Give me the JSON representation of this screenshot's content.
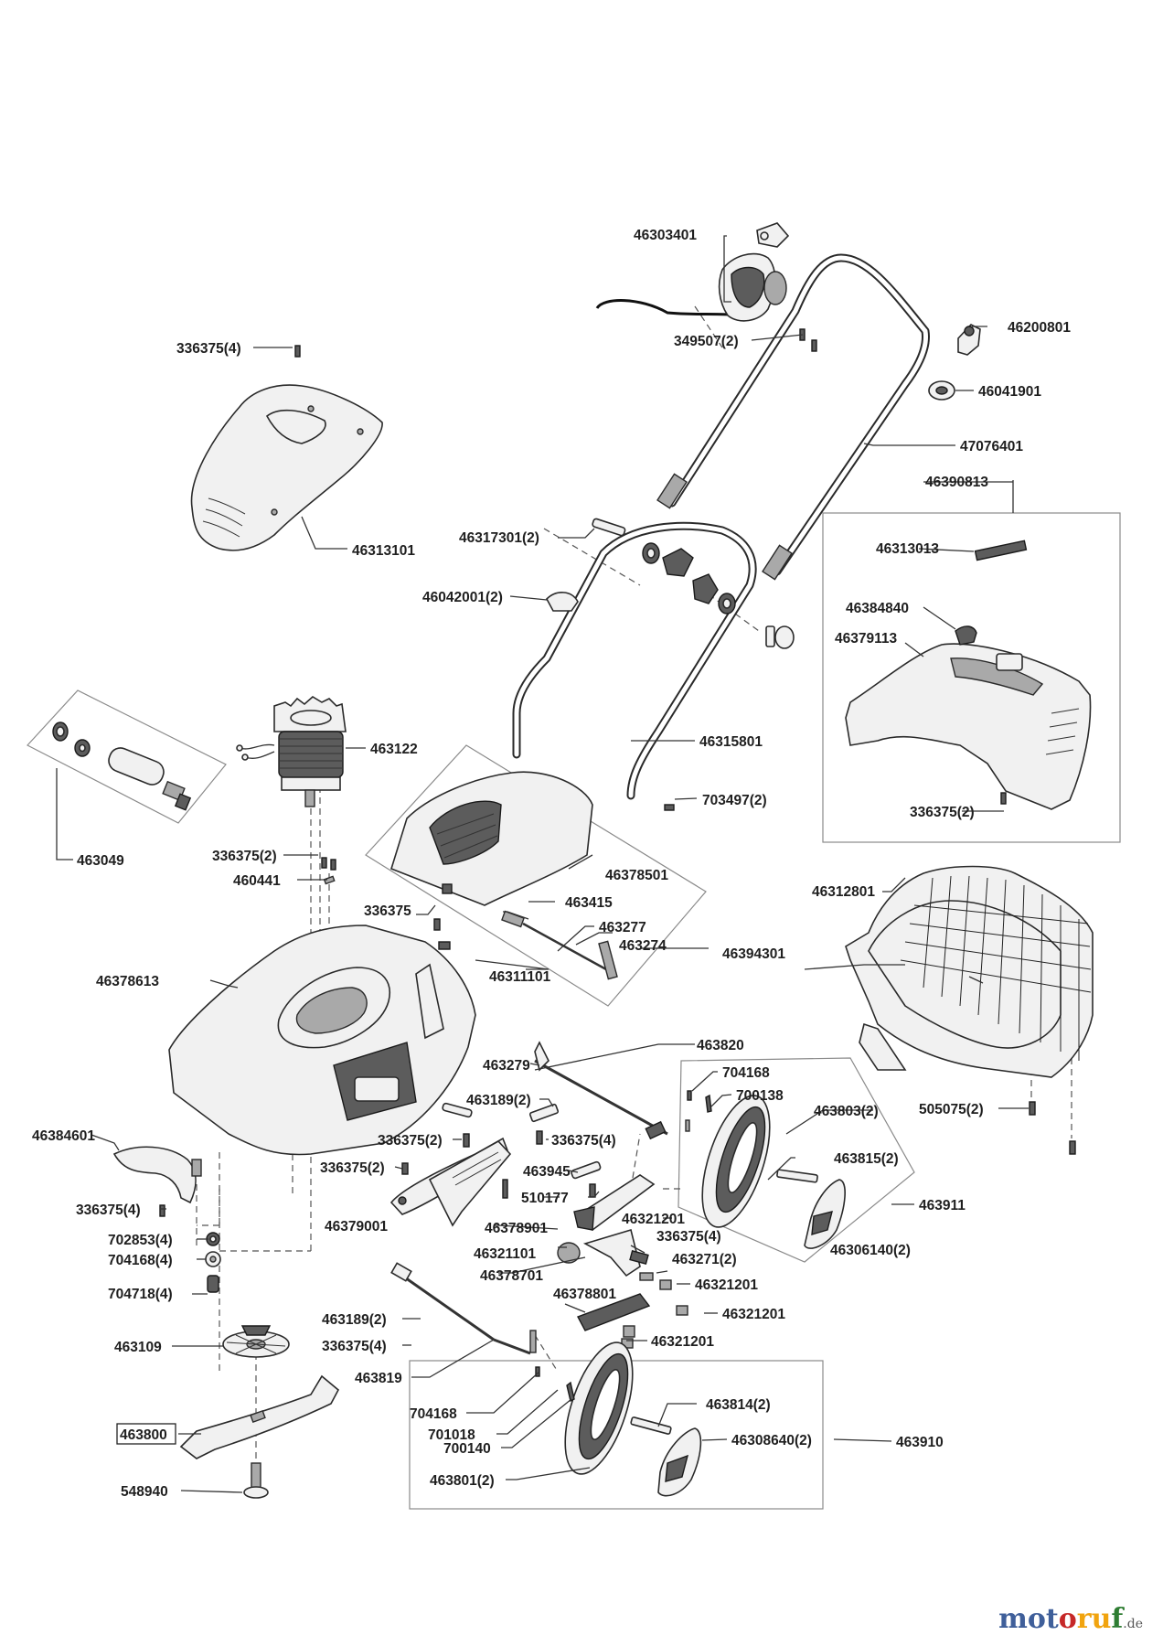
{
  "brand": {
    "part1": "mot",
    "part2": "o",
    "part3": "ru",
    "part4": "f",
    "tld": ".de"
  },
  "labels": {
    "l46303401": "46303401",
    "l46200801": "46200801",
    "l349507": "349507(2)",
    "l336375_4_top": "336375(4)",
    "l46041901": "46041901",
    "l47076401": "47076401",
    "l46390813": "46390813",
    "l46313101": "46313101",
    "l46317301": "46317301(2)",
    "l46313013": "46313013",
    "l46042001": "46042001(2)",
    "l46384840": "46384840",
    "l46379113": "46379113",
    "l463122": "463122",
    "l46315801": "46315801",
    "l703497": "703497(2)",
    "l336375_2_right": "336375(2)",
    "l463049": "463049",
    "l336375_2_motor": "336375(2)",
    "l460441": "460441",
    "l46378501": "46378501",
    "l336375": "336375",
    "l463415": "463415",
    "l46312801": "46312801",
    "l463277": "463277",
    "l463274": "463274",
    "l46394301": "46394301",
    "l46378613": "46378613",
    "l46311101": "46311101",
    "l463820": "463820",
    "l463279": "463279",
    "l704168_a": "704168",
    "l700138": "700138",
    "l463189_a": "463189(2)",
    "l463803": "463803(2)",
    "l505075": "505075(2)",
    "l46384601": "46384601",
    "l336375_2_a": "336375(2)",
    "l336375_4_a": "336375(4)",
    "l463815": "463815(2)",
    "l336375_2_b": "336375(2)",
    "l463945": "463945",
    "l463911": "463911",
    "l336375_4_b": "336375(4)",
    "l510177": "510177",
    "l46379001": "46379001",
    "l46321201_a": "46321201",
    "l46378901": "46378901",
    "l702853": "702853(4)",
    "l336375_4_c": "336375(4)",
    "l46306140": "46306140(2)",
    "l704168_4": "704168(4)",
    "l46321101": "46321101",
    "l463271": "463271(2)",
    "l46378701": "46378701",
    "l704718": "704718(4)",
    "l46321201_b": "46321201",
    "l46378801": "46378801",
    "l46321201_c": "46321201",
    "l463189_b": "463189(2)",
    "l463109": "463109",
    "l336375_4_d": "336375(4)",
    "l46321201_d": "46321201",
    "l463819": "463819",
    "l463814": "463814(2)",
    "l704168_b": "704168",
    "l463800": "463800",
    "l701018": "701018",
    "l46308640": "46308640(2)",
    "l463910": "463910",
    "l700140": "700140",
    "l463801": "463801(2)",
    "l548940": "548940"
  }
}
